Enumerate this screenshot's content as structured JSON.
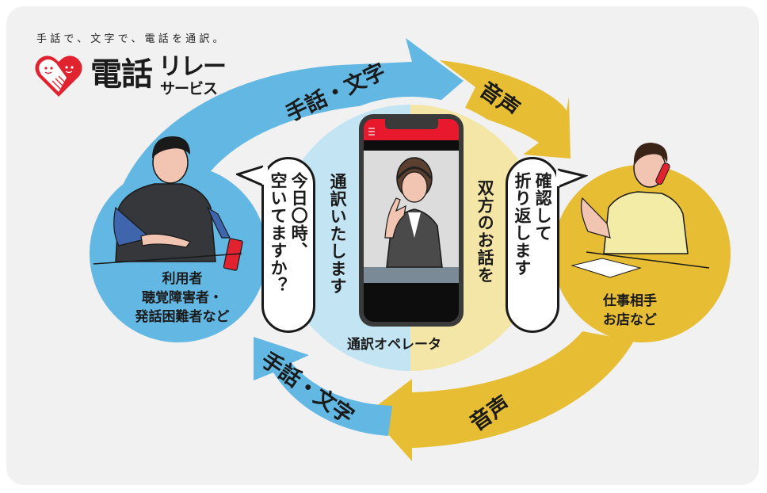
{
  "header": {
    "tagline": "手話で、文字で、電話を通訳。",
    "logo": {
      "icon": "heart-hands-icon",
      "title_main": "電話",
      "title_side_top": "リレー",
      "title_side_bottom": "サービス"
    }
  },
  "arrows": {
    "top_left": {
      "label": "手話・文字",
      "color": "#62b8e3",
      "direction": "to-operator"
    },
    "top_right": {
      "label": "音声",
      "color": "#e6bd33",
      "direction": "to-partner"
    },
    "bottom_right": {
      "label": "音声",
      "color": "#e6bd33",
      "direction": "to-operator"
    },
    "bottom_left": {
      "label": "手話・文字",
      "color": "#62b8e3",
      "direction": "to-user"
    }
  },
  "user": {
    "role": "利用者",
    "description_line1": "聴覚障害者・",
    "description_line2": "発話困難者など",
    "speech": "今日〇時、空いてますか？",
    "speech_col1": "今日〇時、",
    "speech_col2": "空いてますか？",
    "bg_color": "#62b8e3"
  },
  "operator": {
    "role": "通訳オペレータ",
    "left_caption": "通訳いたします",
    "right_caption": "双方のお話を",
    "left_bg": "#c3e4f3",
    "right_bg": "#f4e6a6",
    "phone_header_color": "#e8192c"
  },
  "partner": {
    "role_line1": "仕事相手",
    "role_line2": "お店など",
    "speech": "確認して折り返します",
    "speech_col1": "確認して",
    "speech_col2": "折り返します",
    "bg_color": "#e6bd33"
  },
  "colors": {
    "background": "#f1f1f1",
    "blue": "#62b8e3",
    "yellow": "#e6bd33",
    "red": "#e0232f"
  }
}
